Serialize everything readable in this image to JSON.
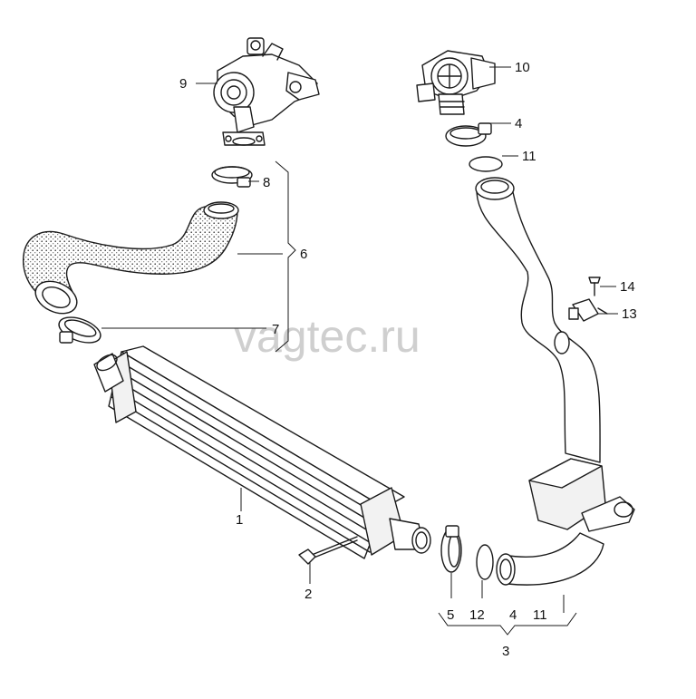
{
  "watermark": "vagtec.ru",
  "callouts": {
    "c1": "1",
    "c2": "2",
    "c3": "3",
    "c4": "4",
    "c4b": "4",
    "c5": "5",
    "c6": "6",
    "c7": "7",
    "c8": "8",
    "c9": "9",
    "c10": "10",
    "c11": "11",
    "c11b": "11",
    "c12": "12",
    "c13": "13",
    "c14": "14"
  }
}
